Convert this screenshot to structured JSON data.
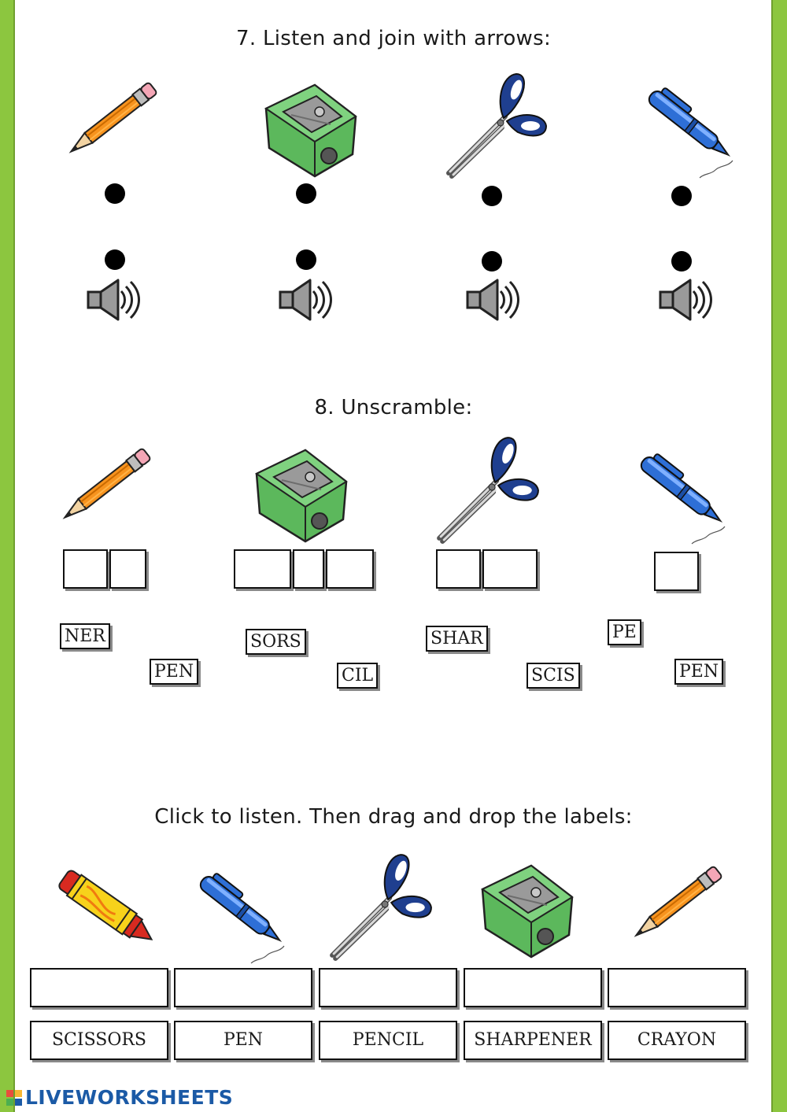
{
  "section7": {
    "title": "7. Listen and join with arrows:"
  },
  "section8": {
    "title": "8. Unscramble:",
    "chips": [
      "NER",
      "PEN",
      "SORS",
      "CIL",
      "SHAR",
      "SCIS",
      "PE",
      "PEN"
    ]
  },
  "section9": {
    "title": "Click to listen. Then drag and drop the labels:",
    "labels": [
      "SCISSORS",
      "PEN",
      "PENCIL",
      "SHARPENER",
      "CRAYON"
    ]
  },
  "footer": {
    "brand": "LIVEWORKSHEETS"
  },
  "colors": {
    "border": "#8cc63f",
    "brand": "#1b5aa6"
  },
  "icons": [
    "pencil-icon",
    "sharpener-icon",
    "scissors-icon",
    "pen-icon",
    "crayon-icon",
    "speaker-icon"
  ]
}
